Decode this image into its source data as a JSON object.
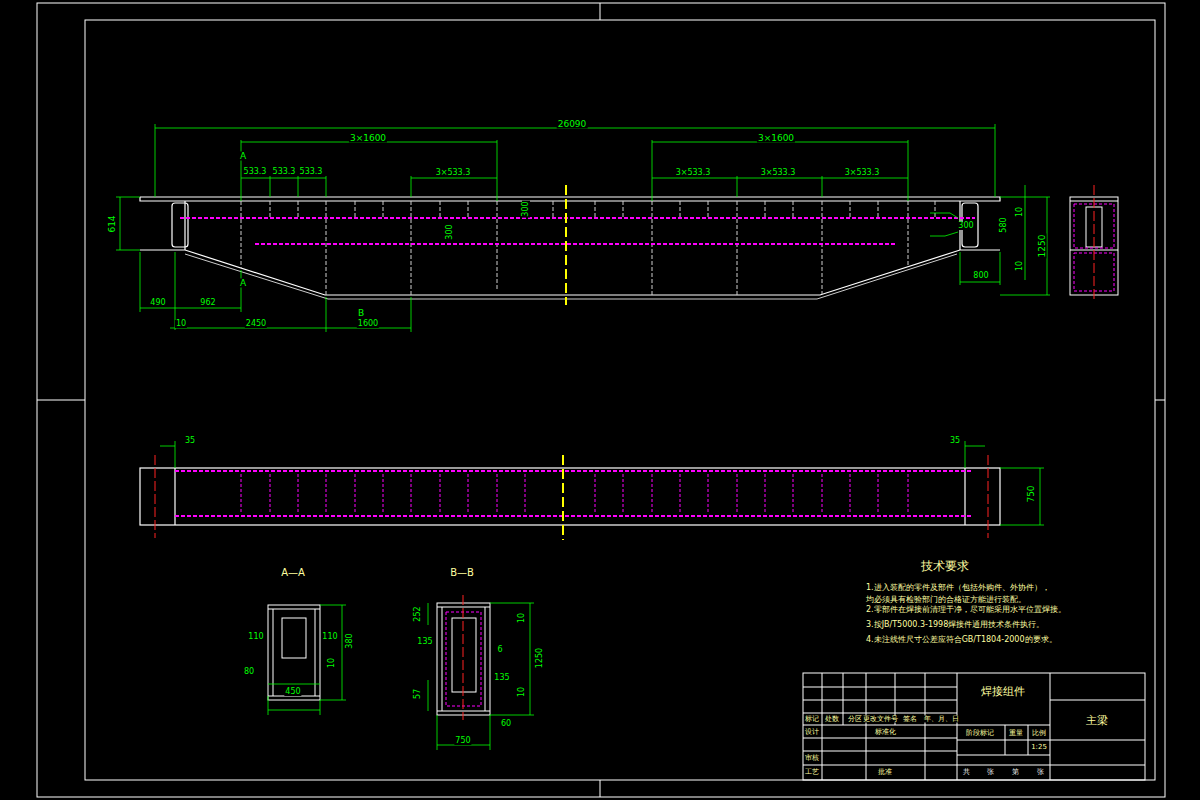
{
  "diagram": {
    "labels": [
      "26090",
      "3×1600",
      "3×1600",
      "A",
      "533.3",
      "533.3",
      "533.3",
      "3×533.3",
      "3×533.3",
      "3×533.3",
      "3×533.3",
      "614",
      "300",
      "300",
      "10",
      "580",
      "300",
      "10",
      "1250",
      "800",
      "A",
      "B",
      "490",
      "962",
      "10",
      "2450",
      "1600",
      "35",
      "35",
      "750",
      "A—A",
      "B—B",
      "110",
      "110",
      "380",
      "80",
      "10",
      "450",
      "252",
      "10",
      "135",
      "6",
      "1250",
      "135",
      "10",
      "57",
      "60",
      "750",
      "技术要求",
      "1.进入装配的零件及部件（包括外购件、外协件），均必须具有检验部门的合格证方能进行装配。",
      "2.零部件在焊接前清理干净，尽可能采用水平位置焊接。",
      "3.按JB/T5000.3-1998焊接件通用技术条件执行。",
      "4.未注线性尺寸公差应符合GB/T1804-2000的要求。",
      "焊接组件",
      "主梁",
      "标记",
      "处数",
      "分区",
      "更改文件号",
      "签名",
      "年、月、日",
      "设计",
      "标准化",
      "阶段标记",
      "重量",
      "比例",
      "1:25",
      "审核",
      "工艺",
      "批准",
      "共",
      "张",
      "第",
      "张"
    ]
  }
}
